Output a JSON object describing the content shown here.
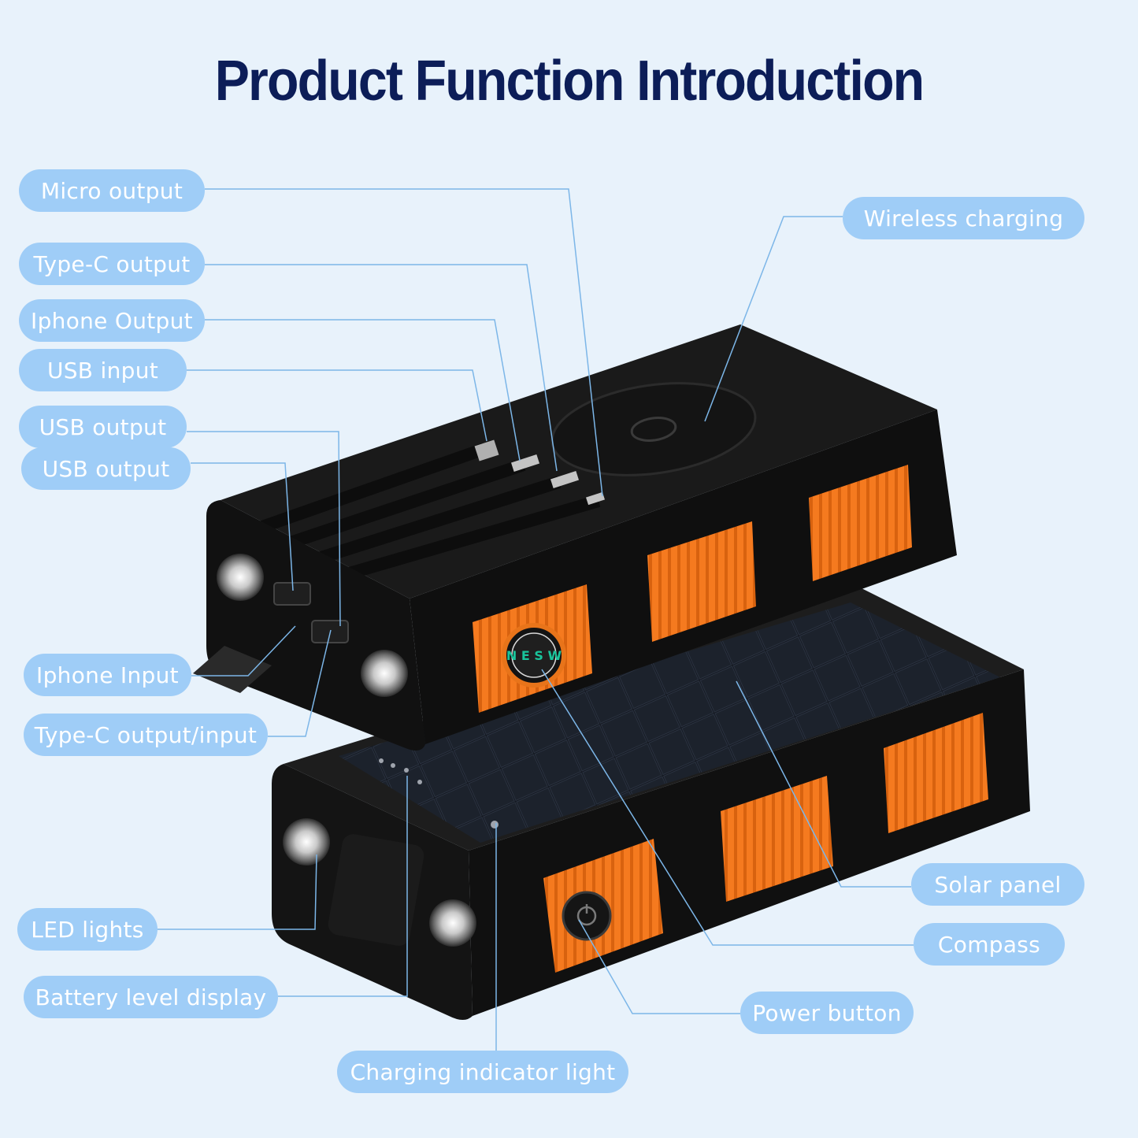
{
  "title": "Product Function Introduction",
  "colors": {
    "background": "#e8f2fb",
    "title": "#0c1d58",
    "label_bg": "#9fcdf7",
    "label_text": "#ffffff",
    "leader_line": "#7cb6e8",
    "body": "#1b1b1b",
    "accent_orange": "#f57a1f"
  },
  "labels": {
    "micro_output": "Micro output",
    "typec_output": "Type-C output",
    "iphone_output": "Iphone Output",
    "usb_input": "USB input",
    "usb_output_1": "USB output",
    "usb_output_2": "USB output",
    "iphone_input": "Iphone Input",
    "typec_output_input": "Type-C output/input",
    "led_lights": "LED lights",
    "battery_level_display": "Battery level display",
    "charging_indicator_light": "Charging indicator light",
    "wireless_charging": "Wireless charging",
    "solar_panel": "Solar panel",
    "compass": "Compass",
    "power_button": "Power button"
  },
  "icons": [
    "flashlight-icon",
    "compass-icon",
    "power-icon",
    "wireless-charging-icon",
    "solar-panel-icon"
  ]
}
